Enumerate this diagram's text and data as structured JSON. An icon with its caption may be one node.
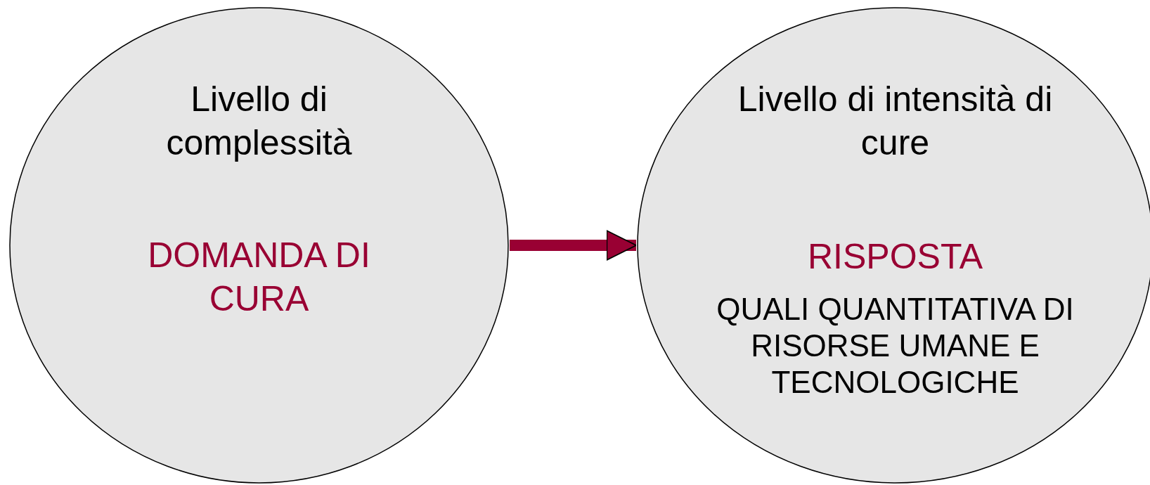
{
  "diagram": {
    "nodes": [
      {
        "text": [
          "Livello di complessità",
          "DOMANDA DI CURA"
        ]
      },
      {
        "text": [
          "Livello di intensità di cure",
          "RISPOSTA",
          "QUALI QUANTITATIVA DI RISORSE UMANE E TECNOLOGICHE"
        ]
      }
    ],
    "edges": [
      {
        "from": 0,
        "to": 1,
        "arrow": "to"
      }
    ]
  }
}
